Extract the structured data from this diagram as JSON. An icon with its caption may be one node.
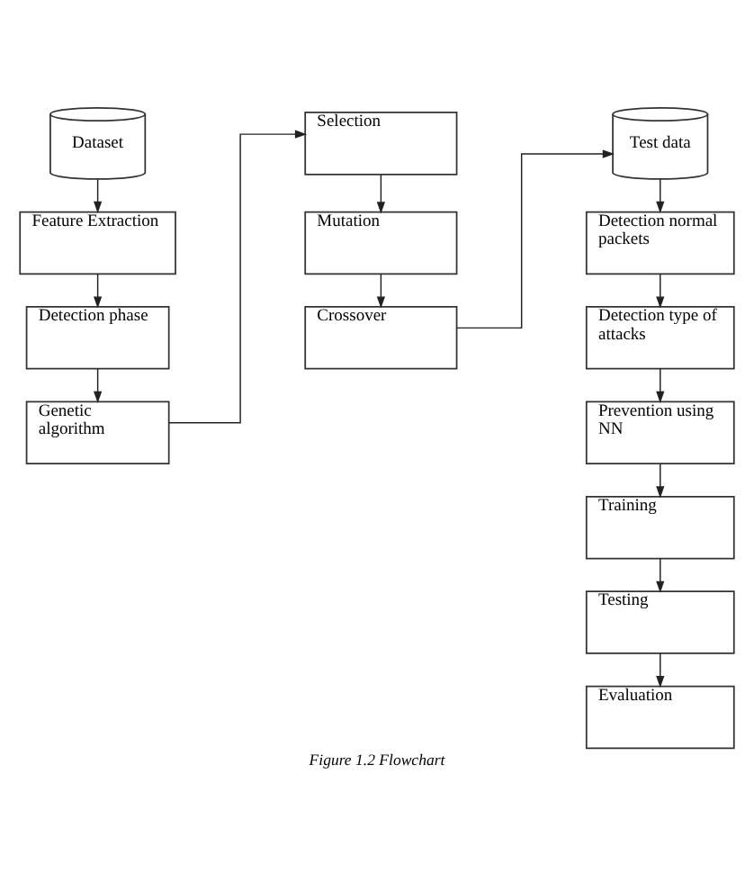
{
  "diagram": {
    "caption": "Figure 1.2 Flowchart",
    "nodes": [
      {
        "text": [
          "Dataset"
        ]
      },
      {
        "text": [
          "Feature Extraction"
        ]
      },
      {
        "text": [
          "Detection phase"
        ]
      },
      {
        "text": [
          "Genetic algorithm"
        ]
      },
      {
        "text": [
          "Selection"
        ]
      },
      {
        "text": [
          "Mutation"
        ]
      },
      {
        "text": [
          "Crossover"
        ]
      },
      {
        "text": [
          "Test data"
        ]
      },
      {
        "text": [
          "Detection normal packets"
        ]
      },
      {
        "text": [
          "Detection type of attacks"
        ]
      },
      {
        "text": [
          "Prevention using NN"
        ]
      },
      {
        "text": [
          "Training"
        ]
      },
      {
        "text": [
          "Testing"
        ]
      },
      {
        "text": [
          "Evaluation"
        ]
      }
    ],
    "edges": [
      {
        "from": 0,
        "to": 1,
        "arrow": "to"
      },
      {
        "from": 1,
        "to": 2,
        "arrow": "to"
      },
      {
        "from": 2,
        "to": 3,
        "arrow": "to"
      },
      {
        "from": 3,
        "to": 4,
        "arrow": "to"
      },
      {
        "from": 4,
        "to": 5,
        "arrow": "to"
      },
      {
        "from": 5,
        "to": 6,
        "arrow": "to"
      },
      {
        "from": 6,
        "to": 7,
        "arrow": "to"
      },
      {
        "from": 7,
        "to": 8,
        "arrow": "to"
      },
      {
        "from": 8,
        "to": 9,
        "arrow": "to"
      },
      {
        "from": 9,
        "to": 10,
        "arrow": "to"
      },
      {
        "from": 10,
        "to": 11,
        "arrow": "to"
      },
      {
        "from": 11,
        "to": 12,
        "arrow": "to"
      },
      {
        "from": 12,
        "to": 13,
        "arrow": "to"
      }
    ]
  }
}
